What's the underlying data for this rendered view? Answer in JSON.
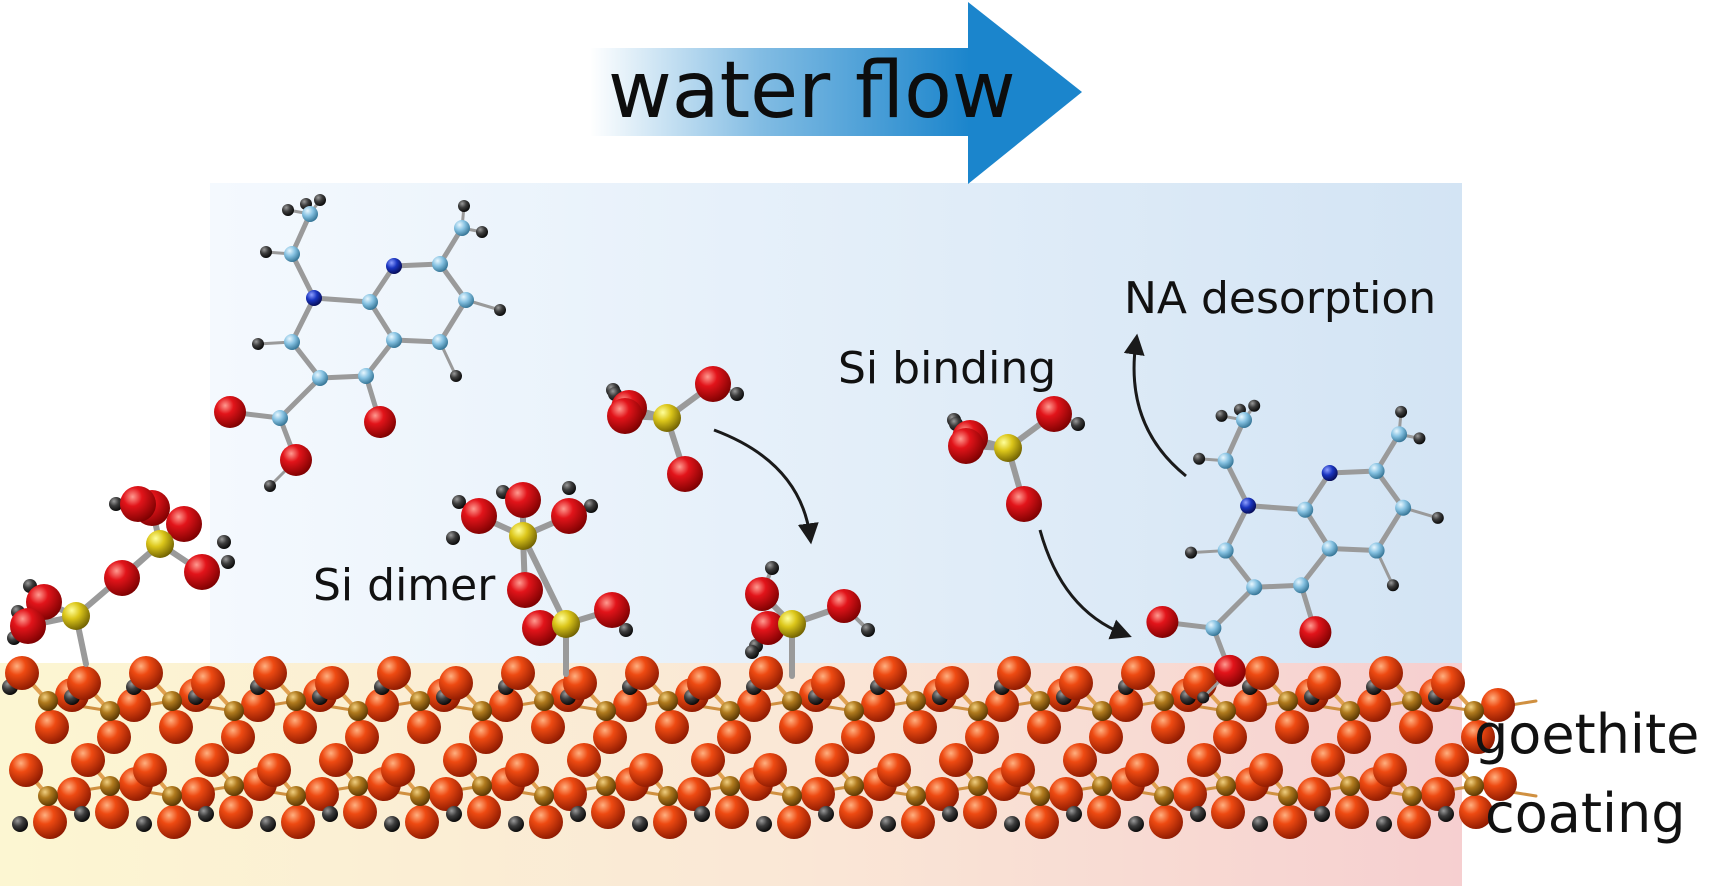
{
  "flow": {
    "label": "water flow"
  },
  "labels": {
    "na_desorption": "NA desorption",
    "si_binding": "Si binding",
    "si_dimer": "Si dimer",
    "coating_line1": "goethite",
    "coating_line2": "coating"
  },
  "colors": {
    "water_region": "#d8e8f6",
    "coating_left": "#fbf4cf",
    "coating_right": "#f8d4d4",
    "flow_arrow": "#1b85cc",
    "oxygen": "#d90f12",
    "goethite_oxygen": "#e8441a",
    "iron": "#a8731d",
    "silicon": "#d8c418",
    "carbon": "#8fc6e2",
    "nitrogen": "#1a35c0",
    "hydrogen": "#3a3a3a"
  }
}
